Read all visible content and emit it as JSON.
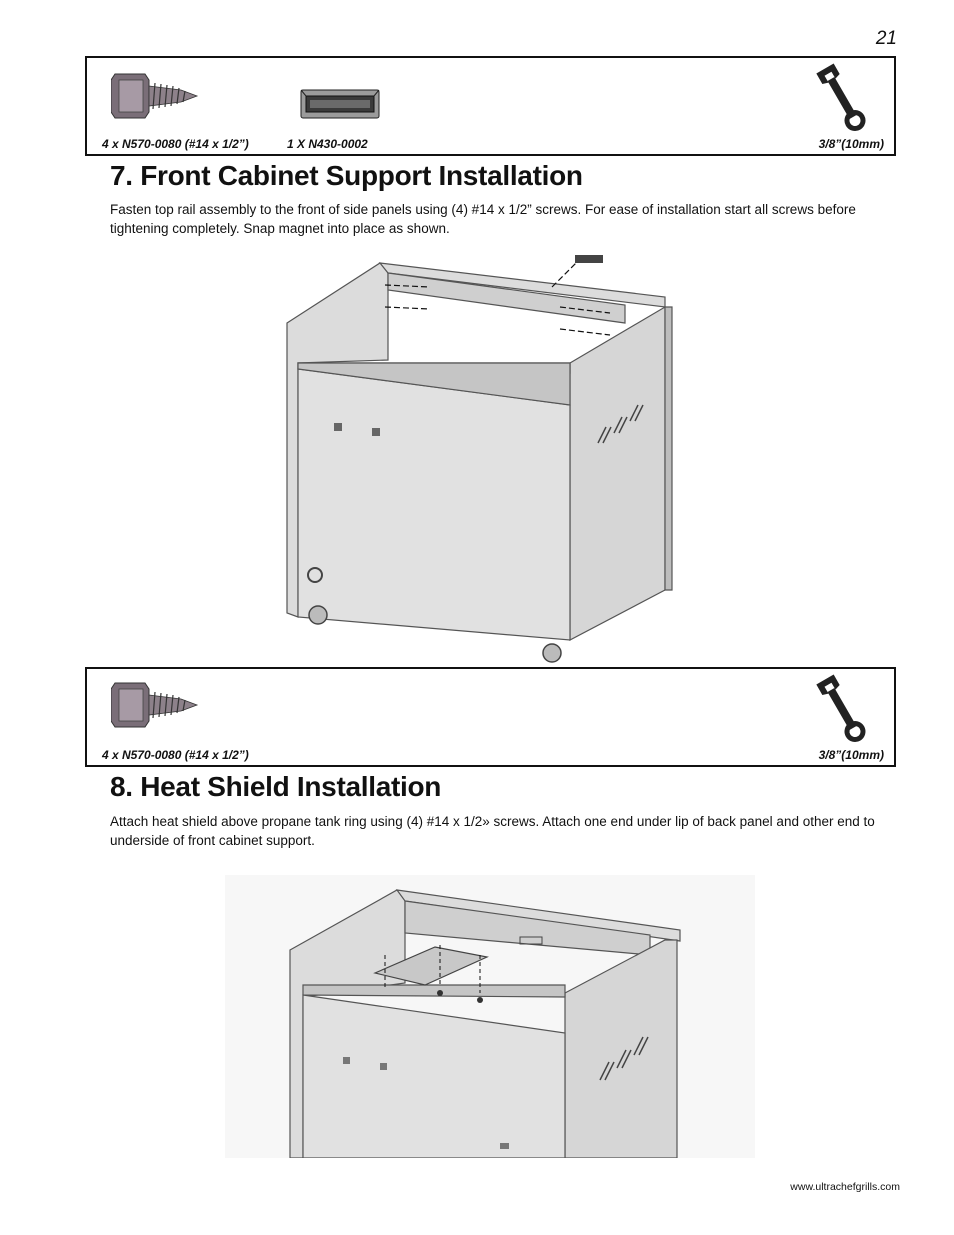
{
  "page": {
    "number": "21",
    "footer_url": "www.ultrachefgrills.com"
  },
  "section7": {
    "parts": {
      "screw_caption": "4 x N570-0080 (#14 x 1/2”)",
      "magnet_caption": "1 X N430-0002",
      "wrench_caption": "3/8”(10mm)"
    },
    "title": "7. Front Cabinet Support Installation",
    "text": "Fasten top rail assembly to the front of side panels using (4) #14 x 1/2” screws.  For ease of installation start all screws before tightening completely.  Snap magnet into place as shown."
  },
  "section8": {
    "parts": {
      "screw_caption": "4 x N570-0080 (#14 x 1/2”)",
      "wrench_caption": "3/8”(10mm)"
    },
    "title": "8. Heat Shield Installation",
    "text": "Attach heat shield above propane tank ring using (4) #14 x 1/2» screws.  Attach one end under lip of back panel and other end to underside of front cabinet support."
  },
  "icons": {
    "screw": "screw-icon",
    "magnet": "magnet-icon",
    "wrench": "wrench-icon"
  },
  "colors": {
    "border": "#111111",
    "panel": "#d9d9d9",
    "panel_dark": "#b5b5b5",
    "line": "#555555"
  }
}
